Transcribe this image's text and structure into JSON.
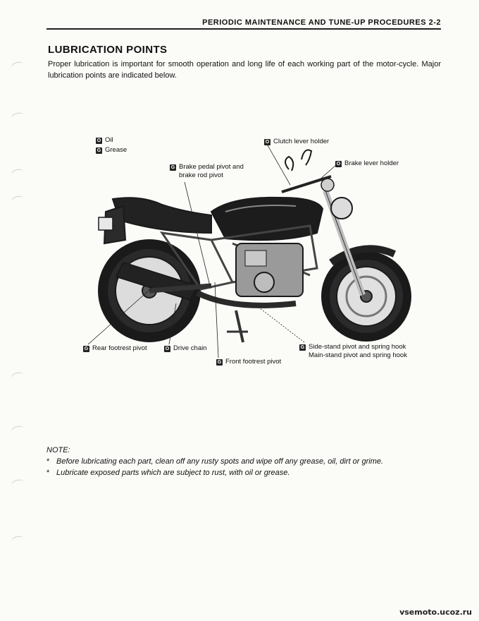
{
  "header": {
    "text": "PERIODIC MAINTENANCE AND TUNE-UP PROCEDURES  2-2"
  },
  "section": {
    "title": "LUBRICATION POINTS",
    "intro": "Proper lubrication is important for smooth operation and long life of each working part of the motor-cycle. Major lubrication points are indicated below."
  },
  "legend": {
    "oil_code": "O",
    "oil": "Oil",
    "grease_code": "G",
    "grease": "Grease"
  },
  "points": {
    "clutch_lever": {
      "code": "O",
      "label": "Clutch lever holder"
    },
    "brake_lever": {
      "code": "O",
      "label": "Brake lever holder"
    },
    "brake_pedal": {
      "code": "G",
      "line1": "Brake pedal pivot and",
      "line2": "brake rod pivot"
    },
    "rear_footrest": {
      "code": "G",
      "label": "Rear footrest pivot"
    },
    "drive_chain": {
      "code": "O",
      "label": "Drive chain"
    },
    "front_footrest": {
      "code": "G",
      "label": "Front footrest pivot"
    },
    "side_stand": {
      "code": "G",
      "line1": "Side-stand pivot and spring hook",
      "line2": "Main-stand pivot and spring hook"
    }
  },
  "note": {
    "heading": "NOTE:",
    "bullet": "*",
    "items": [
      "Before lubricating each part, clean off any rusty spots and wipe off any grease, oil, dirt or grime.",
      "Lubricate exposed parts which are subject to rust, with oil or grease."
    ]
  },
  "watermark": "vsemoto.ucoz.ru"
}
